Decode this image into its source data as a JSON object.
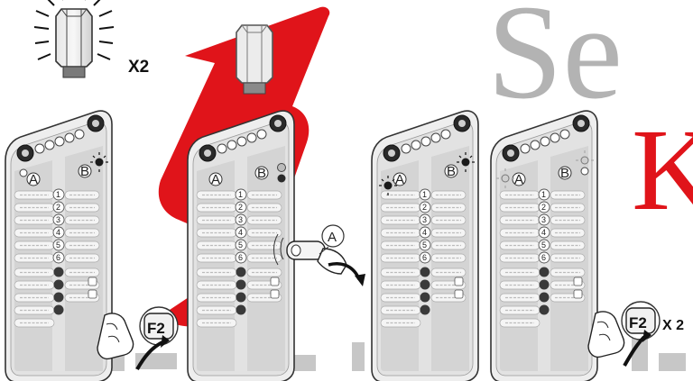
{
  "colors": {
    "watermark_red": "#e0141a",
    "watermark_grey": "#9a9a9a",
    "panel_fill": "#e9e9e9",
    "column_fill": "#d9d9d9",
    "led_active": "#1a1a1a",
    "pill_fill": "#f5f5f5"
  },
  "watermark": {
    "partial_text": "Se",
    "partial_letter": "K"
  },
  "labels": {
    "count_x2": "X2",
    "count_x2_spaced": "X 2",
    "button_f2": "F2",
    "column_a": "A",
    "column_b": "B",
    "remote_a": "A"
  },
  "numbers": {
    "column": [
      "1",
      "2",
      "3",
      "4",
      "5",
      "6"
    ]
  },
  "icons": {
    "nut_led": "hex-nut-led-icon",
    "hand": "hand-pointer-icon",
    "arrow": "curved-arrow-icon",
    "remote": "remote-key-fob-icon"
  },
  "steps": [
    {
      "nut": "blinking",
      "led_state": "b-active",
      "action": "press-f2"
    },
    {
      "nut": "dim",
      "led_state": "b-dark",
      "action": "remote-a"
    },
    {
      "nut": "none",
      "led_state": "a-and-b-active",
      "action": "none"
    },
    {
      "nut": "none",
      "led_state": "a-and-b-faint",
      "action": "press-f2-twice"
    }
  ]
}
